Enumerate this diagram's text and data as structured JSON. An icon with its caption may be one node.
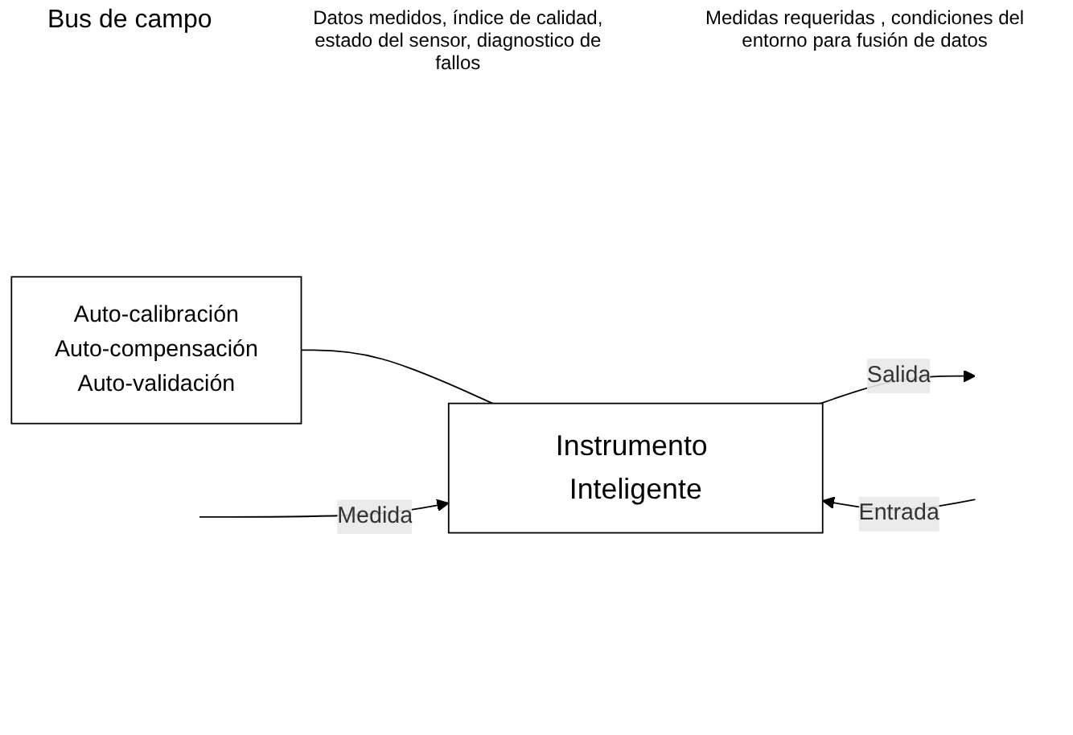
{
  "diagram": {
    "nodes": [
      {
        "text": [
          "Instrumento Inteligente"
        ]
      },
      {
        "text": [
          "Auto-calibración",
          "Auto-compensación",
          "Auto-validación"
        ]
      }
    ],
    "edges": [
      {
        "from": 1,
        "to": 0,
        "arrow": "none"
      },
      {
        "from": 0,
        "to": null,
        "arrow": "to",
        "label": "Salida"
      },
      {
        "from": null,
        "to": 0,
        "arrow": "to",
        "label": "Medida"
      },
      {
        "from": null,
        "to": 0,
        "arrow": "to",
        "label": "Entrada"
      }
    ],
    "labels": [
      "Bus de campo",
      "Datos medidos, índice de calidad, estado del sensor, diagnostico de fallos",
      "Medidas requeridas , condiciones del entorno para fusión de datos"
    ]
  }
}
